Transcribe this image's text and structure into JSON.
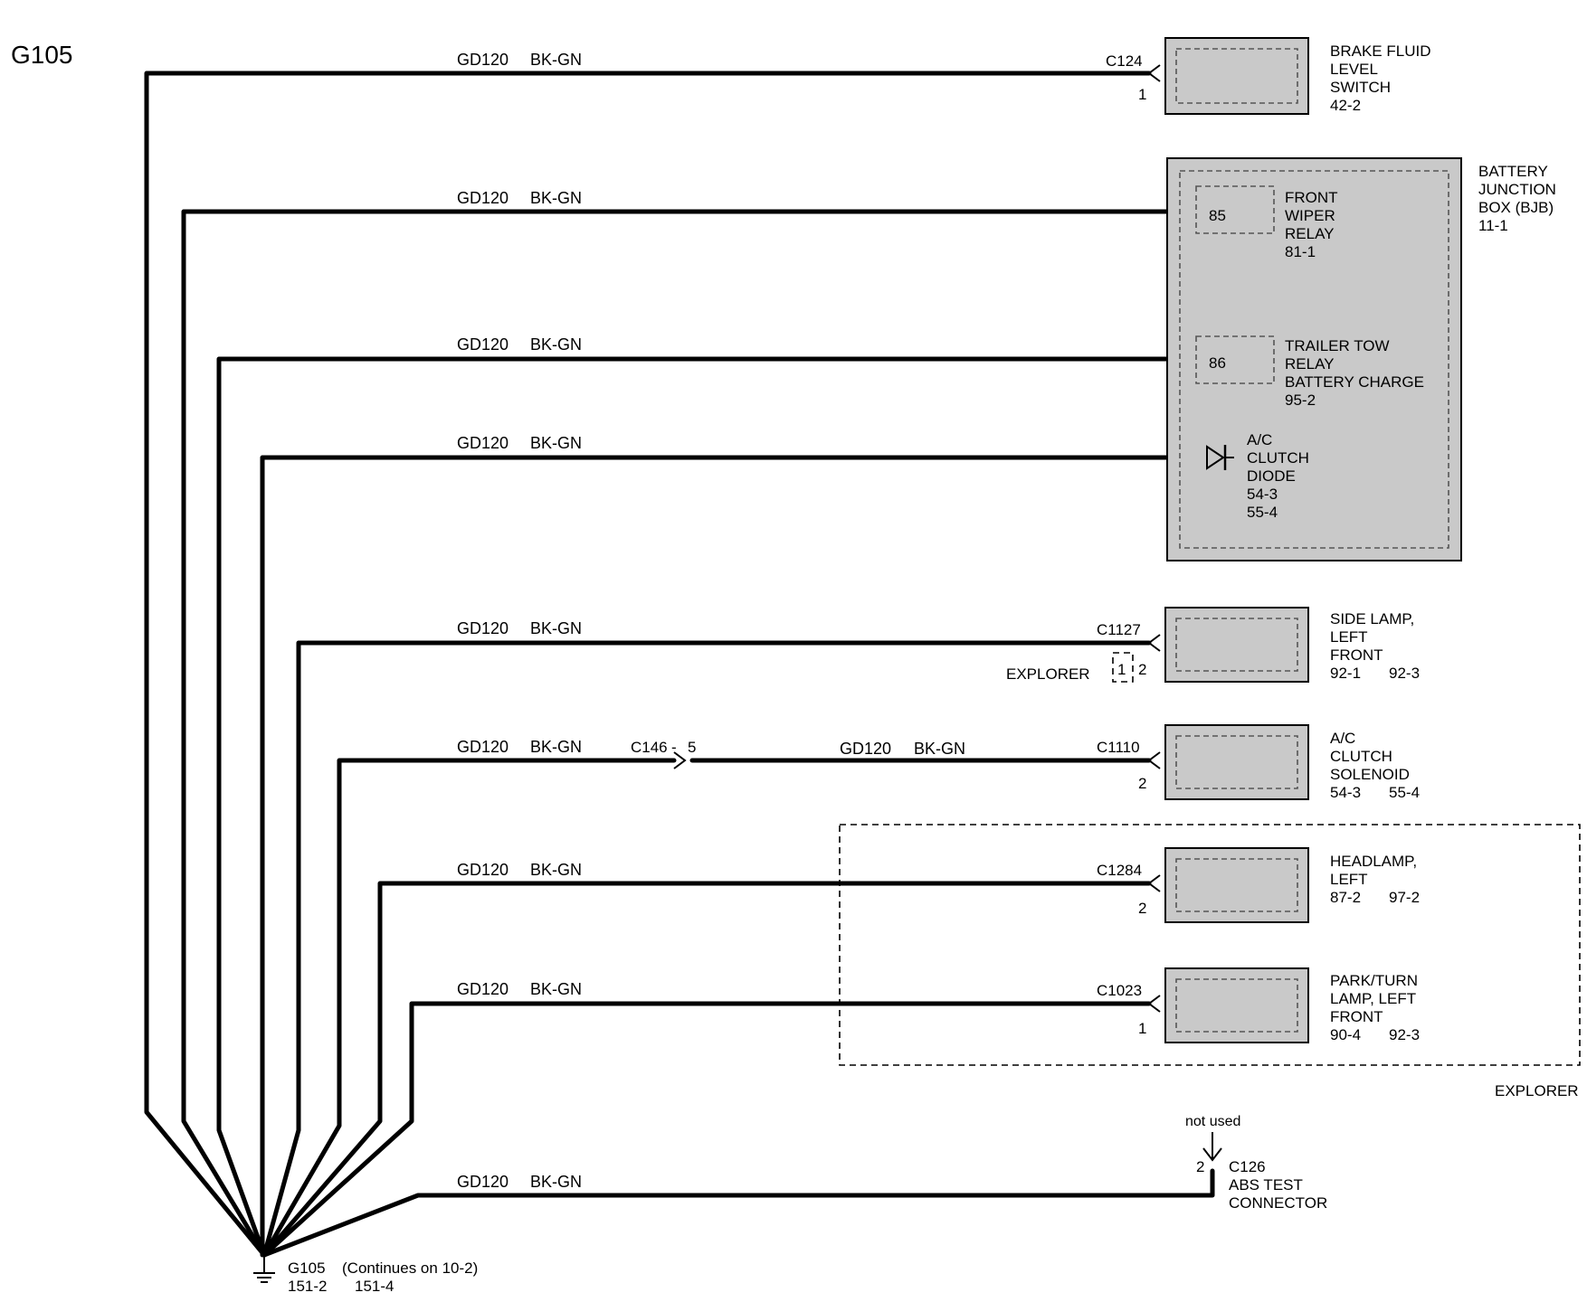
{
  "page_label": "G105",
  "wire": {
    "circuit": "GD120",
    "color": "BK-GN"
  },
  "components": {
    "brake_fluid": {
      "connector": "C124",
      "pin": "1",
      "lines": [
        "BRAKE FLUID",
        "LEVEL",
        "SWITCH",
        "42-2"
      ]
    },
    "bjb": {
      "lines": [
        "BATTERY",
        "JUNCTION",
        "BOX (BJB)",
        "11-1"
      ],
      "front_wiper": {
        "pin": "85",
        "lines": [
          "FRONT",
          "WIPER",
          "RELAY",
          "81-1"
        ]
      },
      "trailer_tow": {
        "pin": "86",
        "lines": [
          "TRAILER TOW",
          "RELAY",
          "BATTERY CHARGE",
          "95-2"
        ]
      },
      "ac_diode": {
        "lines": [
          "A/C",
          "CLUTCH",
          "DIODE",
          "54-3",
          "55-4"
        ]
      }
    },
    "side_lamp": {
      "connector": "C1127",
      "pin": "2",
      "alt_pin": "1",
      "variant": "EXPLORER",
      "lines": [
        "SIDE LAMP,",
        "LEFT",
        "FRONT"
      ],
      "refs": [
        "92-1",
        "92-3"
      ]
    },
    "ac_solenoid": {
      "inline_connector": "C146",
      "inline_pin": "5",
      "connector": "C1110",
      "pin": "2",
      "lines": [
        "A/C",
        "CLUTCH",
        "SOLENOID"
      ],
      "refs": [
        "54-3",
        "55-4"
      ]
    },
    "headlamp": {
      "connector": "C1284",
      "pin": "2",
      "lines": [
        "HEADLAMP,",
        "LEFT"
      ],
      "refs": [
        "87-2",
        "97-2"
      ]
    },
    "park_turn": {
      "connector": "C1023",
      "pin": "1",
      "lines": [
        "PARK/TURN",
        "LAMP, LEFT",
        "FRONT"
      ],
      "refs": [
        "90-4",
        "92-3"
      ]
    },
    "abs_test": {
      "connector": "C126",
      "pin": "2",
      "note": "not used",
      "lines": [
        "ABS TEST",
        "CONNECTOR"
      ]
    }
  },
  "explorer_box_label": "EXPLORER",
  "ground": {
    "name": "G105",
    "continues": "(Continues on 10-2)",
    "refs": [
      "151-2",
      "151-4"
    ]
  },
  "colors": {
    "line": "#000000",
    "component_fill": "#c9c9c9",
    "background": "#ffffff"
  }
}
